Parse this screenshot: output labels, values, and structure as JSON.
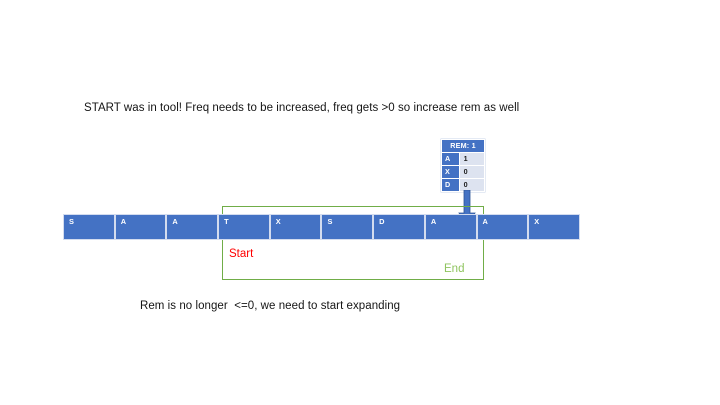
{
  "slide": {
    "top_caption": "START was in tool! Freq needs to be increased, freq gets >0 so increase rem as well",
    "bottom_caption": "Rem is no longer  <=0, we need to start expanding"
  },
  "rem_table": {
    "header": "REM: 1",
    "rows": [
      {
        "key": "A",
        "value": "1"
      },
      {
        "key": "X",
        "value": "0"
      },
      {
        "key": "D",
        "value": "0"
      }
    ]
  },
  "sequence": {
    "cells": [
      {
        "letter": "S"
      },
      {
        "letter": "A"
      },
      {
        "letter": "A"
      },
      {
        "letter": "T"
      },
      {
        "letter": "X"
      },
      {
        "letter": "S"
      },
      {
        "letter": "D"
      },
      {
        "letter": "A"
      },
      {
        "letter": "A"
      },
      {
        "letter": "X"
      }
    ]
  },
  "window": {
    "start_label": "Start",
    "end_label": "End"
  },
  "icons": {
    "pointer_arrow": "down-arrow-icon"
  },
  "colors": {
    "cell_fill": "#4472c4",
    "cell_border": "#d3dcef",
    "table_header": "#4472c4",
    "table_value_fill": "#dde3f0",
    "window_border": "#70ad47",
    "start_text": "#ff0000",
    "end_text": "#8fc45f",
    "arrow": "#4472c4",
    "background": "#ffffff"
  }
}
